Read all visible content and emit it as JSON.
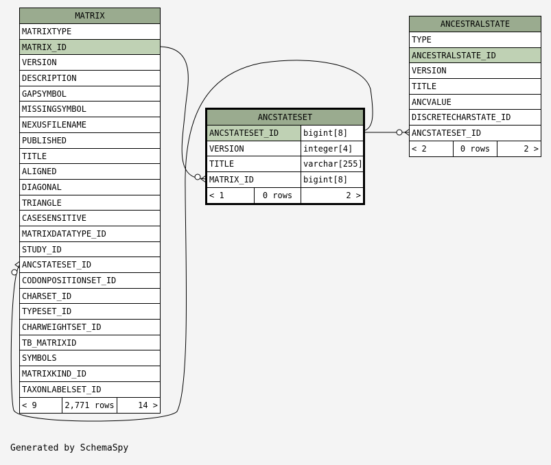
{
  "tables": {
    "matrix": {
      "title": "MATRIX",
      "columns": [
        {
          "name": "MATRIXTYPE"
        },
        {
          "name": "MATRIX_ID"
        },
        {
          "name": "VERSION"
        },
        {
          "name": "DESCRIPTION"
        },
        {
          "name": "GAPSYMBOL"
        },
        {
          "name": "MISSINGSYMBOL"
        },
        {
          "name": "NEXUSFILENAME"
        },
        {
          "name": "PUBLISHED"
        },
        {
          "name": "TITLE"
        },
        {
          "name": "ALIGNED"
        },
        {
          "name": "DIAGONAL"
        },
        {
          "name": "TRIANGLE"
        },
        {
          "name": "CASESENSITIVE"
        },
        {
          "name": "MATRIXDATATYPE_ID"
        },
        {
          "name": "STUDY_ID"
        },
        {
          "name": "ANCSTATESET_ID"
        },
        {
          "name": "CODONPOSITIONSET_ID"
        },
        {
          "name": "CHARSET_ID"
        },
        {
          "name": "TYPESET_ID"
        },
        {
          "name": "CHARWEIGHTSET_ID"
        },
        {
          "name": "TB_MATRIXID"
        },
        {
          "name": "SYMBOLS"
        },
        {
          "name": "MATRIXKIND_ID"
        },
        {
          "name": "TAXONLABELSET_ID"
        }
      ],
      "footer": {
        "parents": "< 9",
        "rows": "2,771 rows",
        "children": "14 >"
      }
    },
    "ancstateset": {
      "title": "ANCSTATESET",
      "columns": [
        {
          "name": "ANCSTATESET_ID",
          "type": "bigint[8]"
        },
        {
          "name": "VERSION",
          "type": "integer[4]"
        },
        {
          "name": "TITLE",
          "type": "varchar[255]"
        },
        {
          "name": "MATRIX_ID",
          "type": "bigint[8]"
        }
      ],
      "footer": {
        "parents": "< 1",
        "rows": "0 rows",
        "children": "2 >"
      }
    },
    "ancestralstate": {
      "title": "ANCESTRALSTATE",
      "columns": [
        {
          "name": "TYPE"
        },
        {
          "name": "ANCESTRALSTATE_ID"
        },
        {
          "name": "VERSION"
        },
        {
          "name": "TITLE"
        },
        {
          "name": "ANCVALUE"
        },
        {
          "name": "DISCRETECHARSTATE_ID"
        },
        {
          "name": "ANCSTATESET_ID"
        }
      ],
      "footer": {
        "parents": "< 2",
        "rows": "0 rows",
        "children": "2 >"
      }
    }
  },
  "colors": {
    "header": "#9aab8f",
    "primary_key": "#bfd1b4",
    "background": "#f4f4f4"
  },
  "generated_by": "Generated by SchemaSpy"
}
